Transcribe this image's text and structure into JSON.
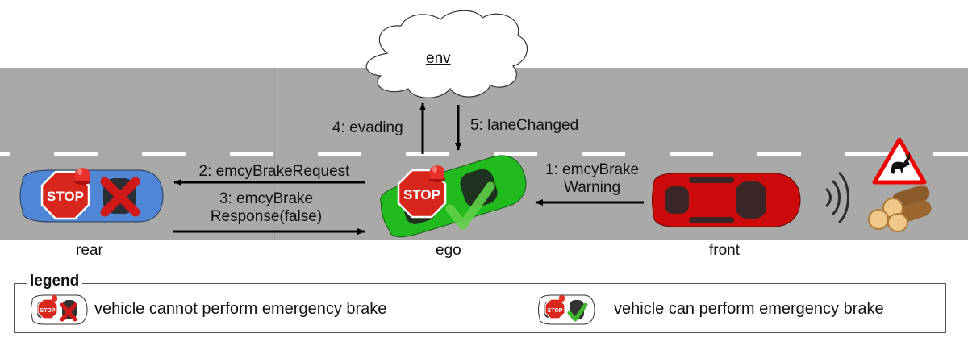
{
  "diagram": {
    "environment": {
      "label": "env"
    },
    "vehicles": [
      {
        "id": "rear",
        "label": "rear",
        "color": "#4f86d6",
        "can_emergency_brake": false,
        "shows_stop_sign": true
      },
      {
        "id": "ego",
        "label": "ego",
        "color": "#22bb1f",
        "can_emergency_brake": true,
        "shows_stop_sign": true
      },
      {
        "id": "front",
        "label": "front",
        "color": "#cc0a0a",
        "can_emergency_brake": null,
        "shows_stop_sign": false
      }
    ],
    "messages": [
      {
        "seq": 1,
        "line1": "1: emcyBrake",
        "line2": "Warning",
        "from": "front",
        "to": "ego"
      },
      {
        "seq": 2,
        "line1": "2: emcyBrakeRequest",
        "from": "ego",
        "to": "rear"
      },
      {
        "seq": 3,
        "line1": "3: emcyBrake",
        "line2": "Response(false)",
        "from": "rear",
        "to": "ego"
      },
      {
        "seq": 4,
        "line1": "4: evading",
        "from": "ego",
        "to": "env"
      },
      {
        "seq": 5,
        "line1": "5: laneChanged",
        "from": "env",
        "to": "ego"
      }
    ],
    "hazard": {
      "sign": "deer-crossing-warning-sign",
      "obstacle": "log-pile",
      "signal": "wireless-signal-waves"
    }
  },
  "legend": {
    "title": "legend",
    "items": [
      {
        "icon": "car-stop-cross-icon",
        "text": "vehicle cannot perform emergency brake"
      },
      {
        "icon": "car-stop-check-icon",
        "text": "vehicle can perform emergency brake"
      }
    ]
  },
  "colors": {
    "road": "#a9aaa7",
    "lane_marking": "#ffffff",
    "stop_sign": "#d8261c",
    "cross": "#d01818",
    "check": "#4cc23a",
    "warning_triangle": "#ee0000"
  }
}
